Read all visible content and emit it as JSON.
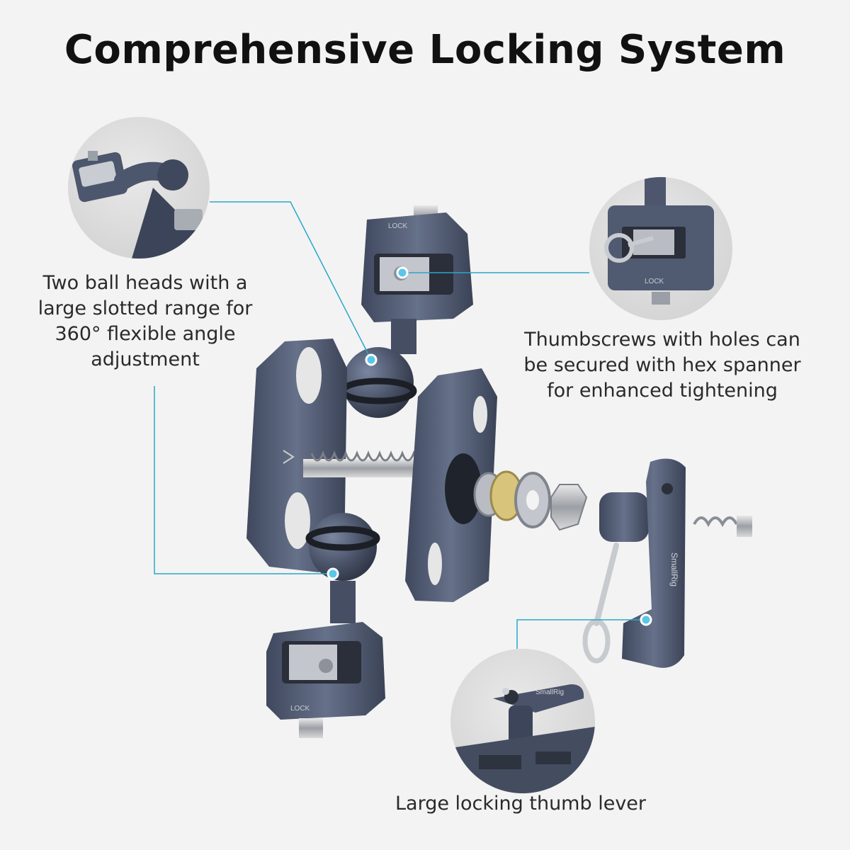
{
  "title": "Comprehensive Locking System",
  "captions": {
    "ball_heads": "Two ball heads with a large slotted range for 360° flexible angle adjustment",
    "thumbscrews": "Thumbscrews with holes can be secured with hex spanner for enhanced tightening",
    "thumb_lever": "Large locking thumb lever"
  },
  "engravings": {
    "lock_top": "LOCK",
    "lock_bottom": "LOCK",
    "brand": "SmallRig"
  },
  "colors": {
    "background": "#f3f3f3",
    "metal": "#56617a",
    "callout_line": "#2aa7c9",
    "dot": "#5bc6e8"
  },
  "icons": [
    "ball-head-icon",
    "clamp-arm-icon",
    "spring-icon",
    "nut-icon",
    "thumb-lever-icon"
  ]
}
